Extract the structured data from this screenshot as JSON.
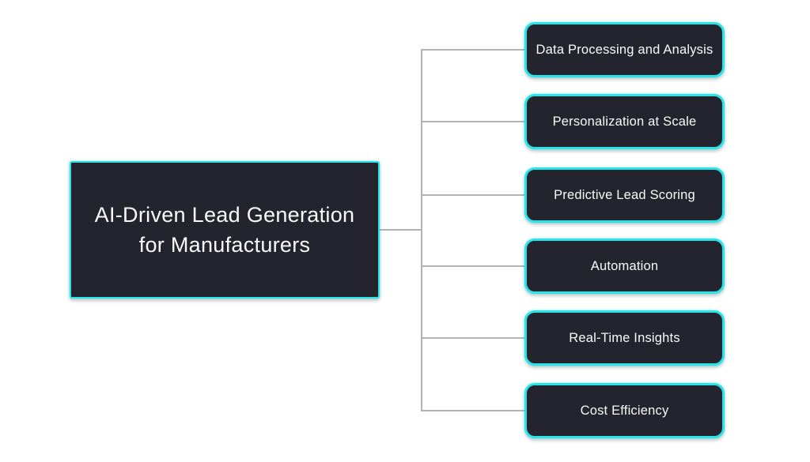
{
  "diagram": {
    "type": "mindmap",
    "root": {
      "label": "AI-Driven Lead Generation for Manufacturers",
      "label_lines": [
        "AI-Driven Lead Generation",
        "for Manufacturers"
      ]
    },
    "children": [
      {
        "label": "Data Processing and Analysis"
      },
      {
        "label": "Personalization at Scale"
      },
      {
        "label": "Predictive Lead Scoring"
      },
      {
        "label": "Automation"
      },
      {
        "label": "Real-Time Insights"
      },
      {
        "label": "Cost Efficiency"
      }
    ],
    "colors": {
      "background": "#FFFFFF",
      "node_fill": "#23242E",
      "node_border": "#2BE2E8",
      "node_text": "#FAFAFA",
      "connector": "#B3B3B3"
    }
  }
}
